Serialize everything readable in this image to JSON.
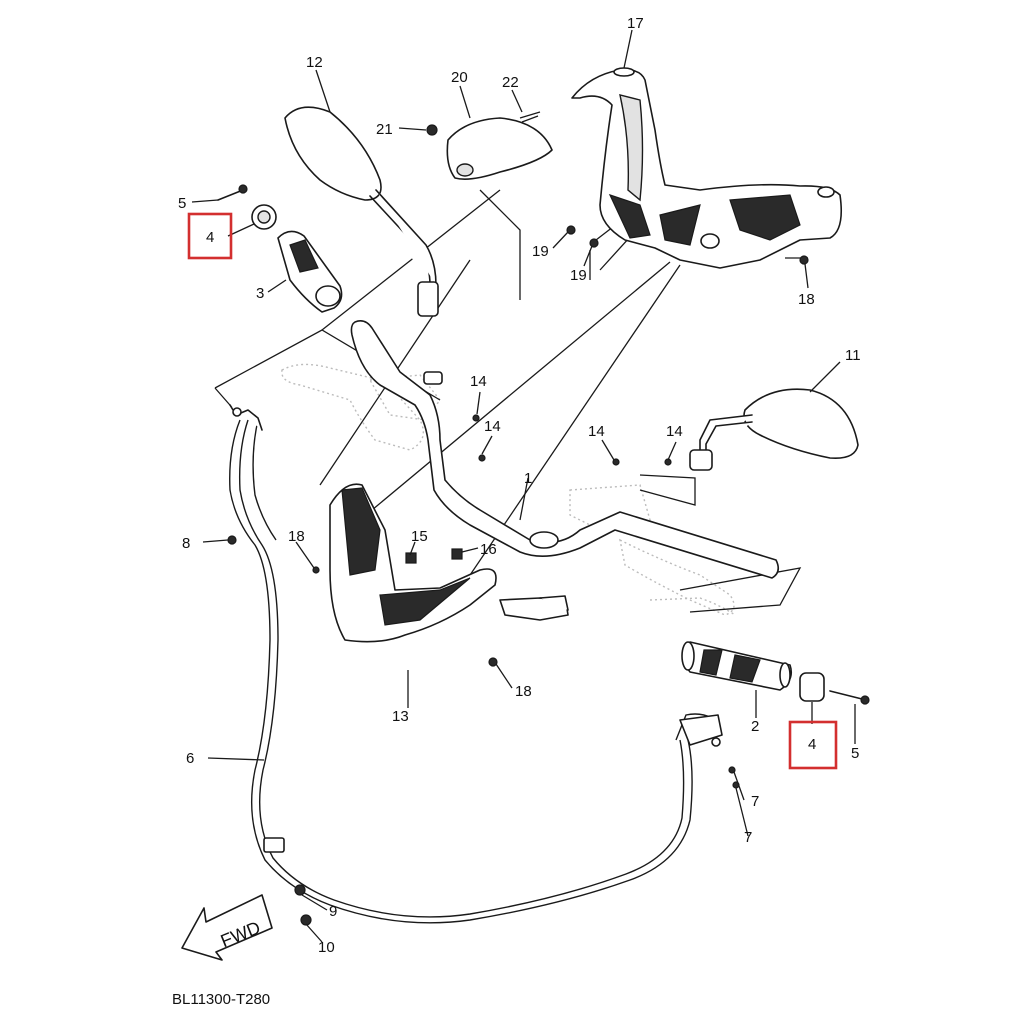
{
  "diagram_code": "BL11300-T280",
  "direction_label": "FWD",
  "highlight_color": "#d32f2f",
  "line_color": "#1a1a1a",
  "callouts": {
    "c1": "1",
    "c2": "2",
    "c3": "3",
    "c4a": "4",
    "c4b": "4",
    "c5a": "5",
    "c5b": "5",
    "c6": "6",
    "c7a": "7",
    "c7b": "7",
    "c8": "8",
    "c9": "9",
    "c10": "10",
    "c11": "11",
    "c12": "12",
    "c13": "13",
    "c14a": "14",
    "c14b": "14",
    "c14c": "14",
    "c14d": "14",
    "c15": "15",
    "c16": "16",
    "c17": "17",
    "c18a": "18",
    "c18b": "18",
    "c18c": "18",
    "c19a": "19",
    "c19b": "19",
    "c20": "20",
    "c21": "21",
    "c22": "22"
  },
  "highlighted_callouts": [
    "c4a",
    "c4b"
  ]
}
